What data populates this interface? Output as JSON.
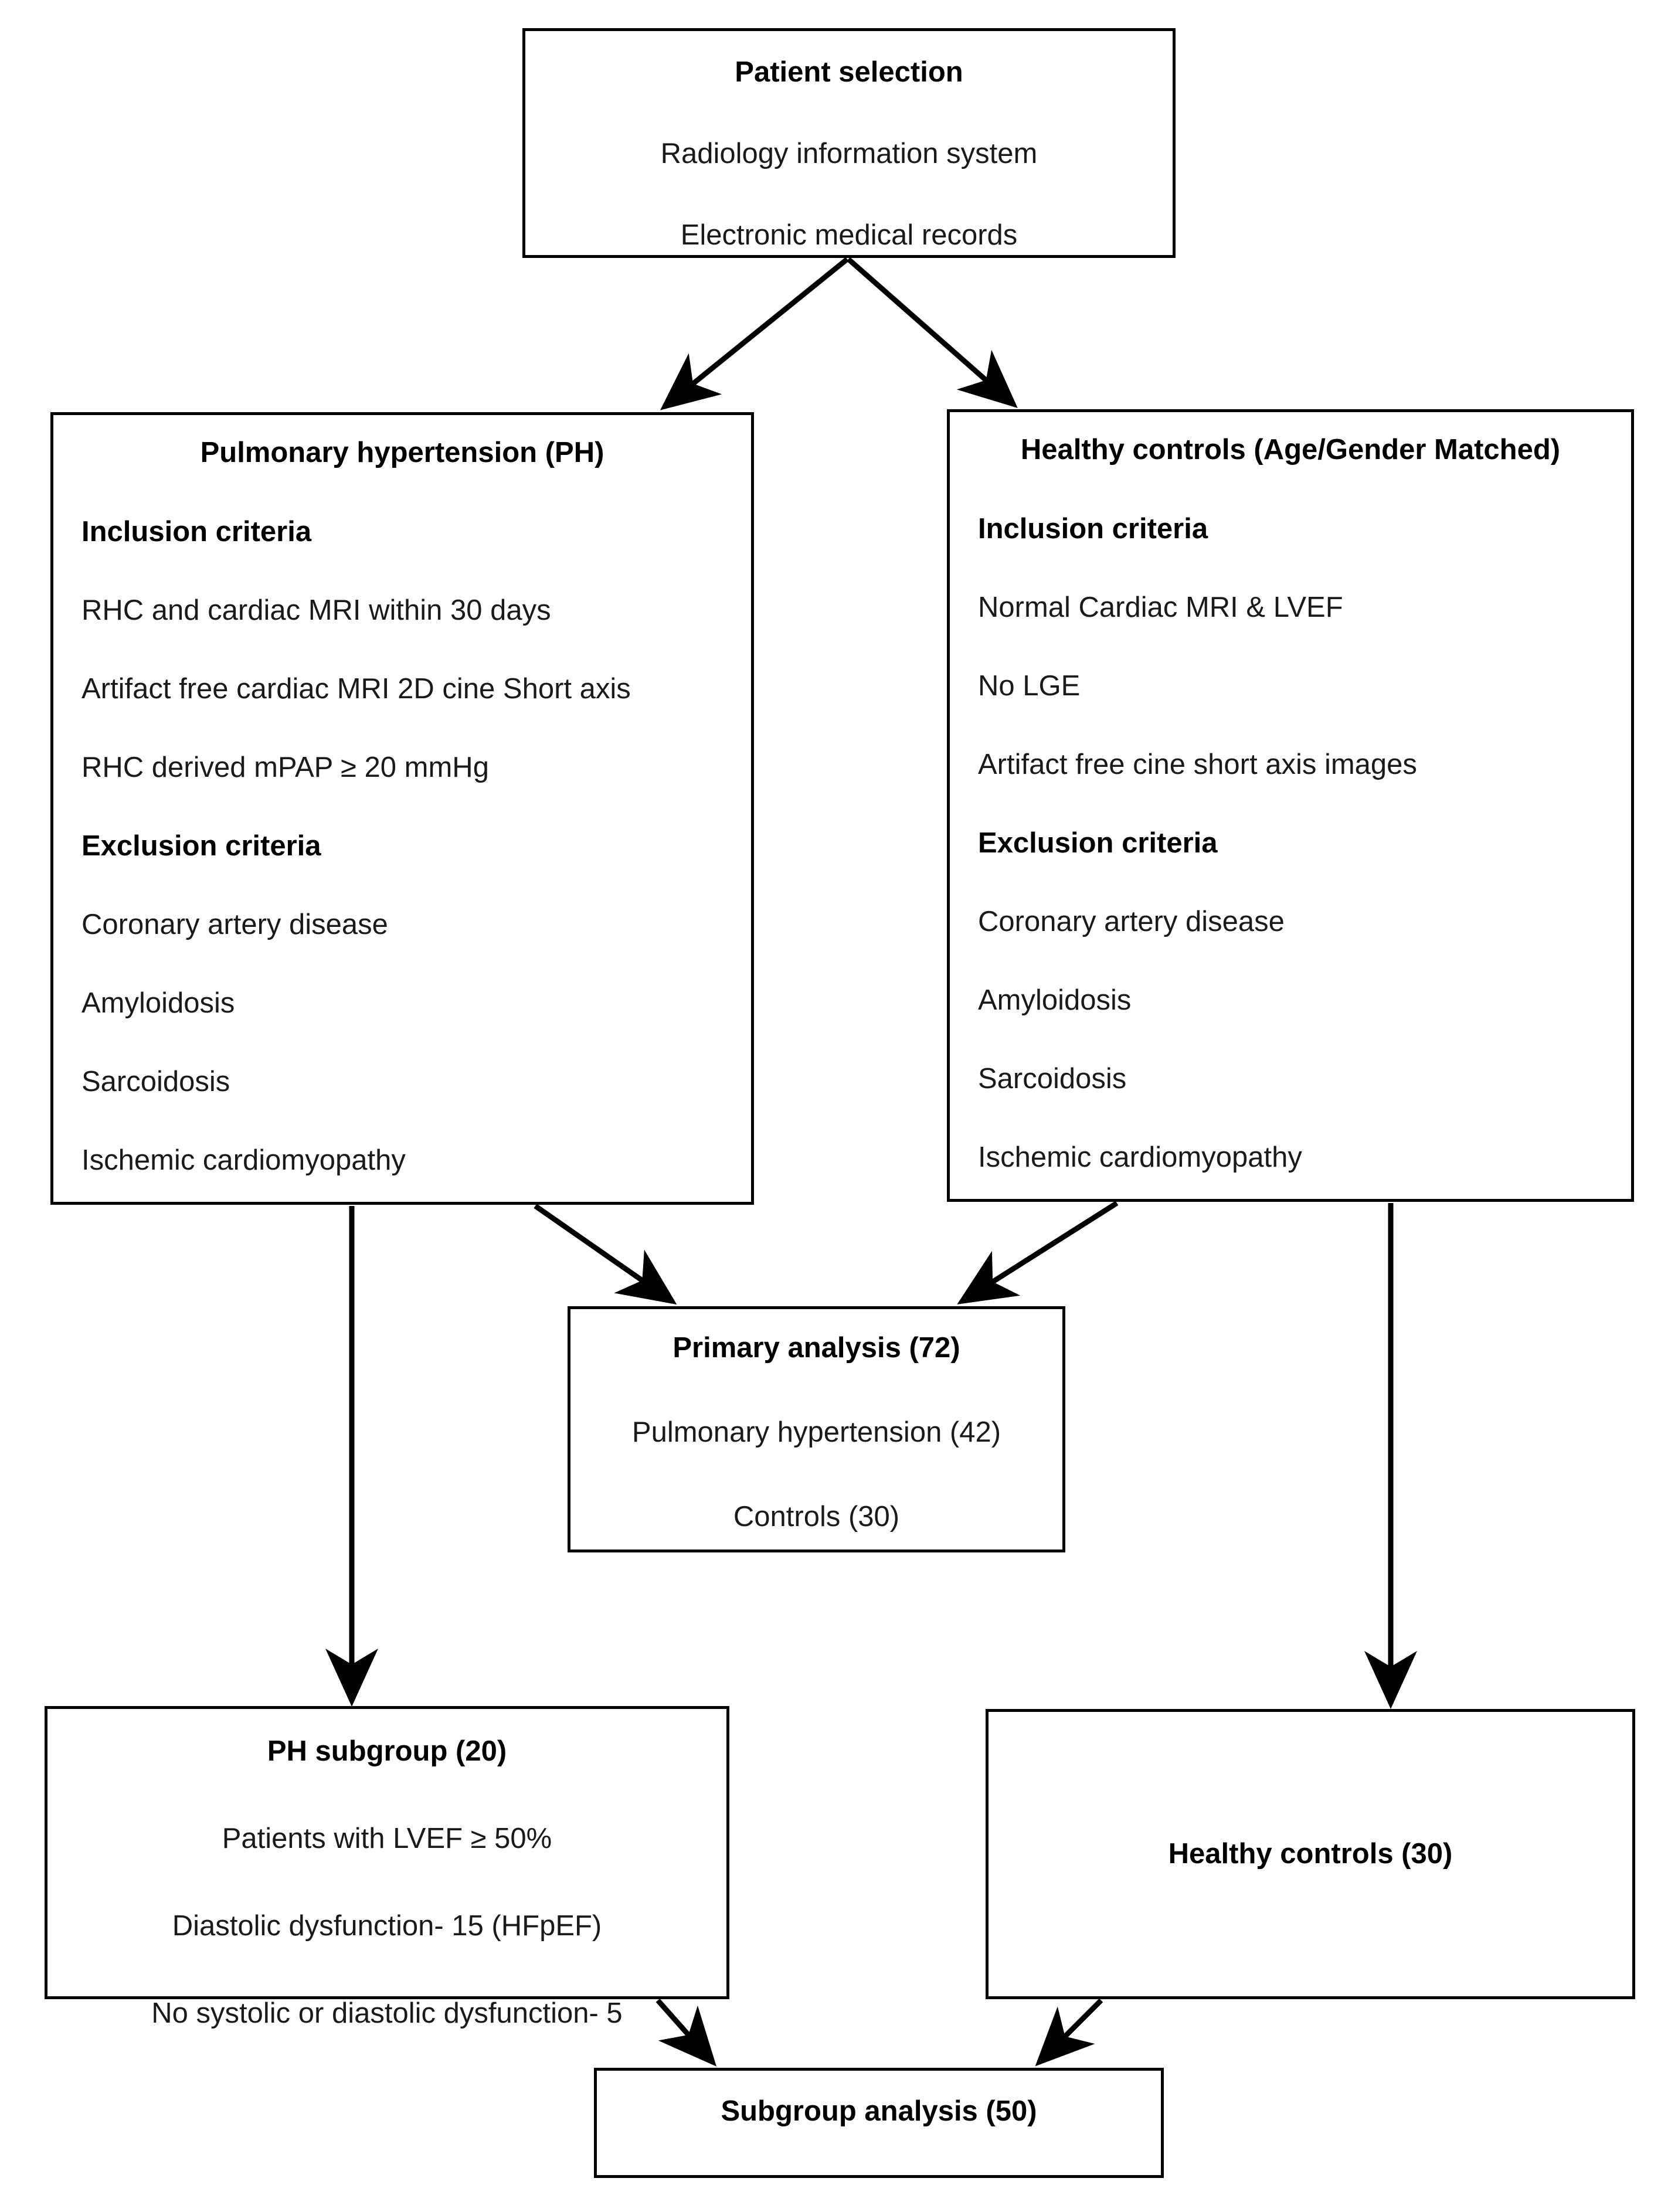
{
  "diagram": {
    "title_context": "Study patient selection flowchart",
    "colors": {
      "border": "#000000",
      "text": "#1a1a1a",
      "background": "#ffffff"
    },
    "nodes": {
      "patient_selection": {
        "lines": [
          {
            "text": "Patient selection",
            "bold": true
          },
          {
            "text": "Radiology information system",
            "bold": false
          },
          {
            "text": "Electronic medical records",
            "bold": false
          }
        ]
      },
      "pulmonary_hypertension": {
        "title": "Pulmonary hypertension (PH)",
        "inclusion_heading": "Inclusion criteria",
        "inclusion": [
          "RHC and cardiac MRI within 30 days",
          "Artifact free cardiac MRI 2D cine Short axis",
          "RHC derived mPAP ≥ 20 mmHg"
        ],
        "exclusion_heading": "Exclusion criteria",
        "exclusion": [
          "Coronary artery disease",
          "Amyloidosis",
          "Sarcoidosis",
          "Ischemic cardiomyopathy"
        ]
      },
      "healthy_controls_criteria": {
        "title": "Healthy controls (Age/Gender Matched)",
        "inclusion_heading": "Inclusion criteria",
        "inclusion": [
          "Normal Cardiac MRI & LVEF",
          "No LGE",
          "Artifact free cine short axis images"
        ],
        "exclusion_heading": "Exclusion criteria",
        "exclusion": [
          "Coronary artery disease",
          "Amyloidosis",
          "Sarcoidosis",
          "Ischemic cardiomyopathy"
        ]
      },
      "primary_analysis": {
        "lines": [
          {
            "text": "Primary analysis (72)",
            "bold": true
          },
          {
            "text": "Pulmonary hypertension (42)",
            "bold": false
          },
          {
            "text": "Controls (30)",
            "bold": false
          }
        ]
      },
      "ph_subgroup": {
        "lines": [
          {
            "text": "PH subgroup (20)",
            "bold": true
          },
          {
            "text": "Patients with LVEF ≥ 50%",
            "bold": false
          },
          {
            "text": "Diastolic dysfunction- 15 (HFpEF)",
            "bold": false
          },
          {
            "text": "No systolic or diastolic dysfunction- 5",
            "bold": false
          }
        ]
      },
      "healthy_controls_final": {
        "label": "Healthy controls (30)"
      },
      "subgroup_analysis": {
        "label": "Subgroup analysis (50)"
      }
    },
    "edges": [
      {
        "from": "patient_selection",
        "to": "pulmonary_hypertension"
      },
      {
        "from": "patient_selection",
        "to": "healthy_controls_criteria"
      },
      {
        "from": "pulmonary_hypertension",
        "to": "primary_analysis"
      },
      {
        "from": "healthy_controls_criteria",
        "to": "primary_analysis"
      },
      {
        "from": "pulmonary_hypertension",
        "to": "ph_subgroup"
      },
      {
        "from": "healthy_controls_criteria",
        "to": "healthy_controls_final"
      },
      {
        "from": "ph_subgroup",
        "to": "subgroup_analysis"
      },
      {
        "from": "healthy_controls_final",
        "to": "subgroup_analysis"
      }
    ]
  }
}
